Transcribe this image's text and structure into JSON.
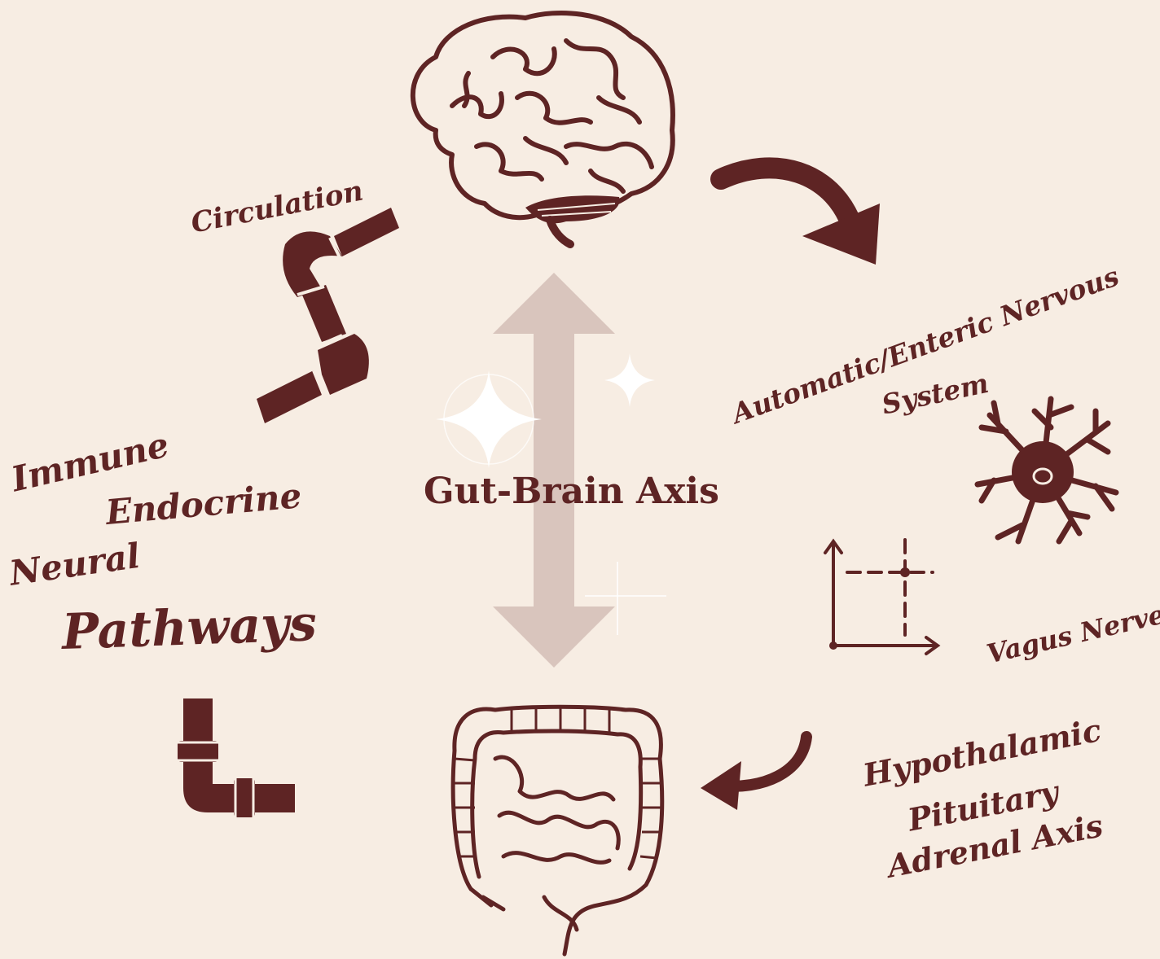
{
  "title": "Gut-Brain Axis",
  "labels": {
    "circulation": "Circulation",
    "immune": "Immune",
    "endocrine": "Endocrine",
    "neural": "Neural",
    "pathways": "Pathways",
    "ans_line1": "Automatic/Enteric Nervous",
    "ans_line2": "System",
    "vagus": "Vagus Nerve",
    "hpa_line1": "Hypothalamic",
    "hpa_line2": "Pituitary",
    "hpa_line3": "Adrenal Axis"
  },
  "icons": [
    "brain-icon",
    "intestine-icon",
    "neuron-icon",
    "pipe-icon",
    "chart-axes-icon",
    "curved-arrow-icon",
    "double-arrow-icon",
    "sparkle-icon"
  ],
  "colors": {
    "background": "#f7ede3",
    "primary": "#5e2424",
    "arrow_light": "#d9c5bd"
  }
}
